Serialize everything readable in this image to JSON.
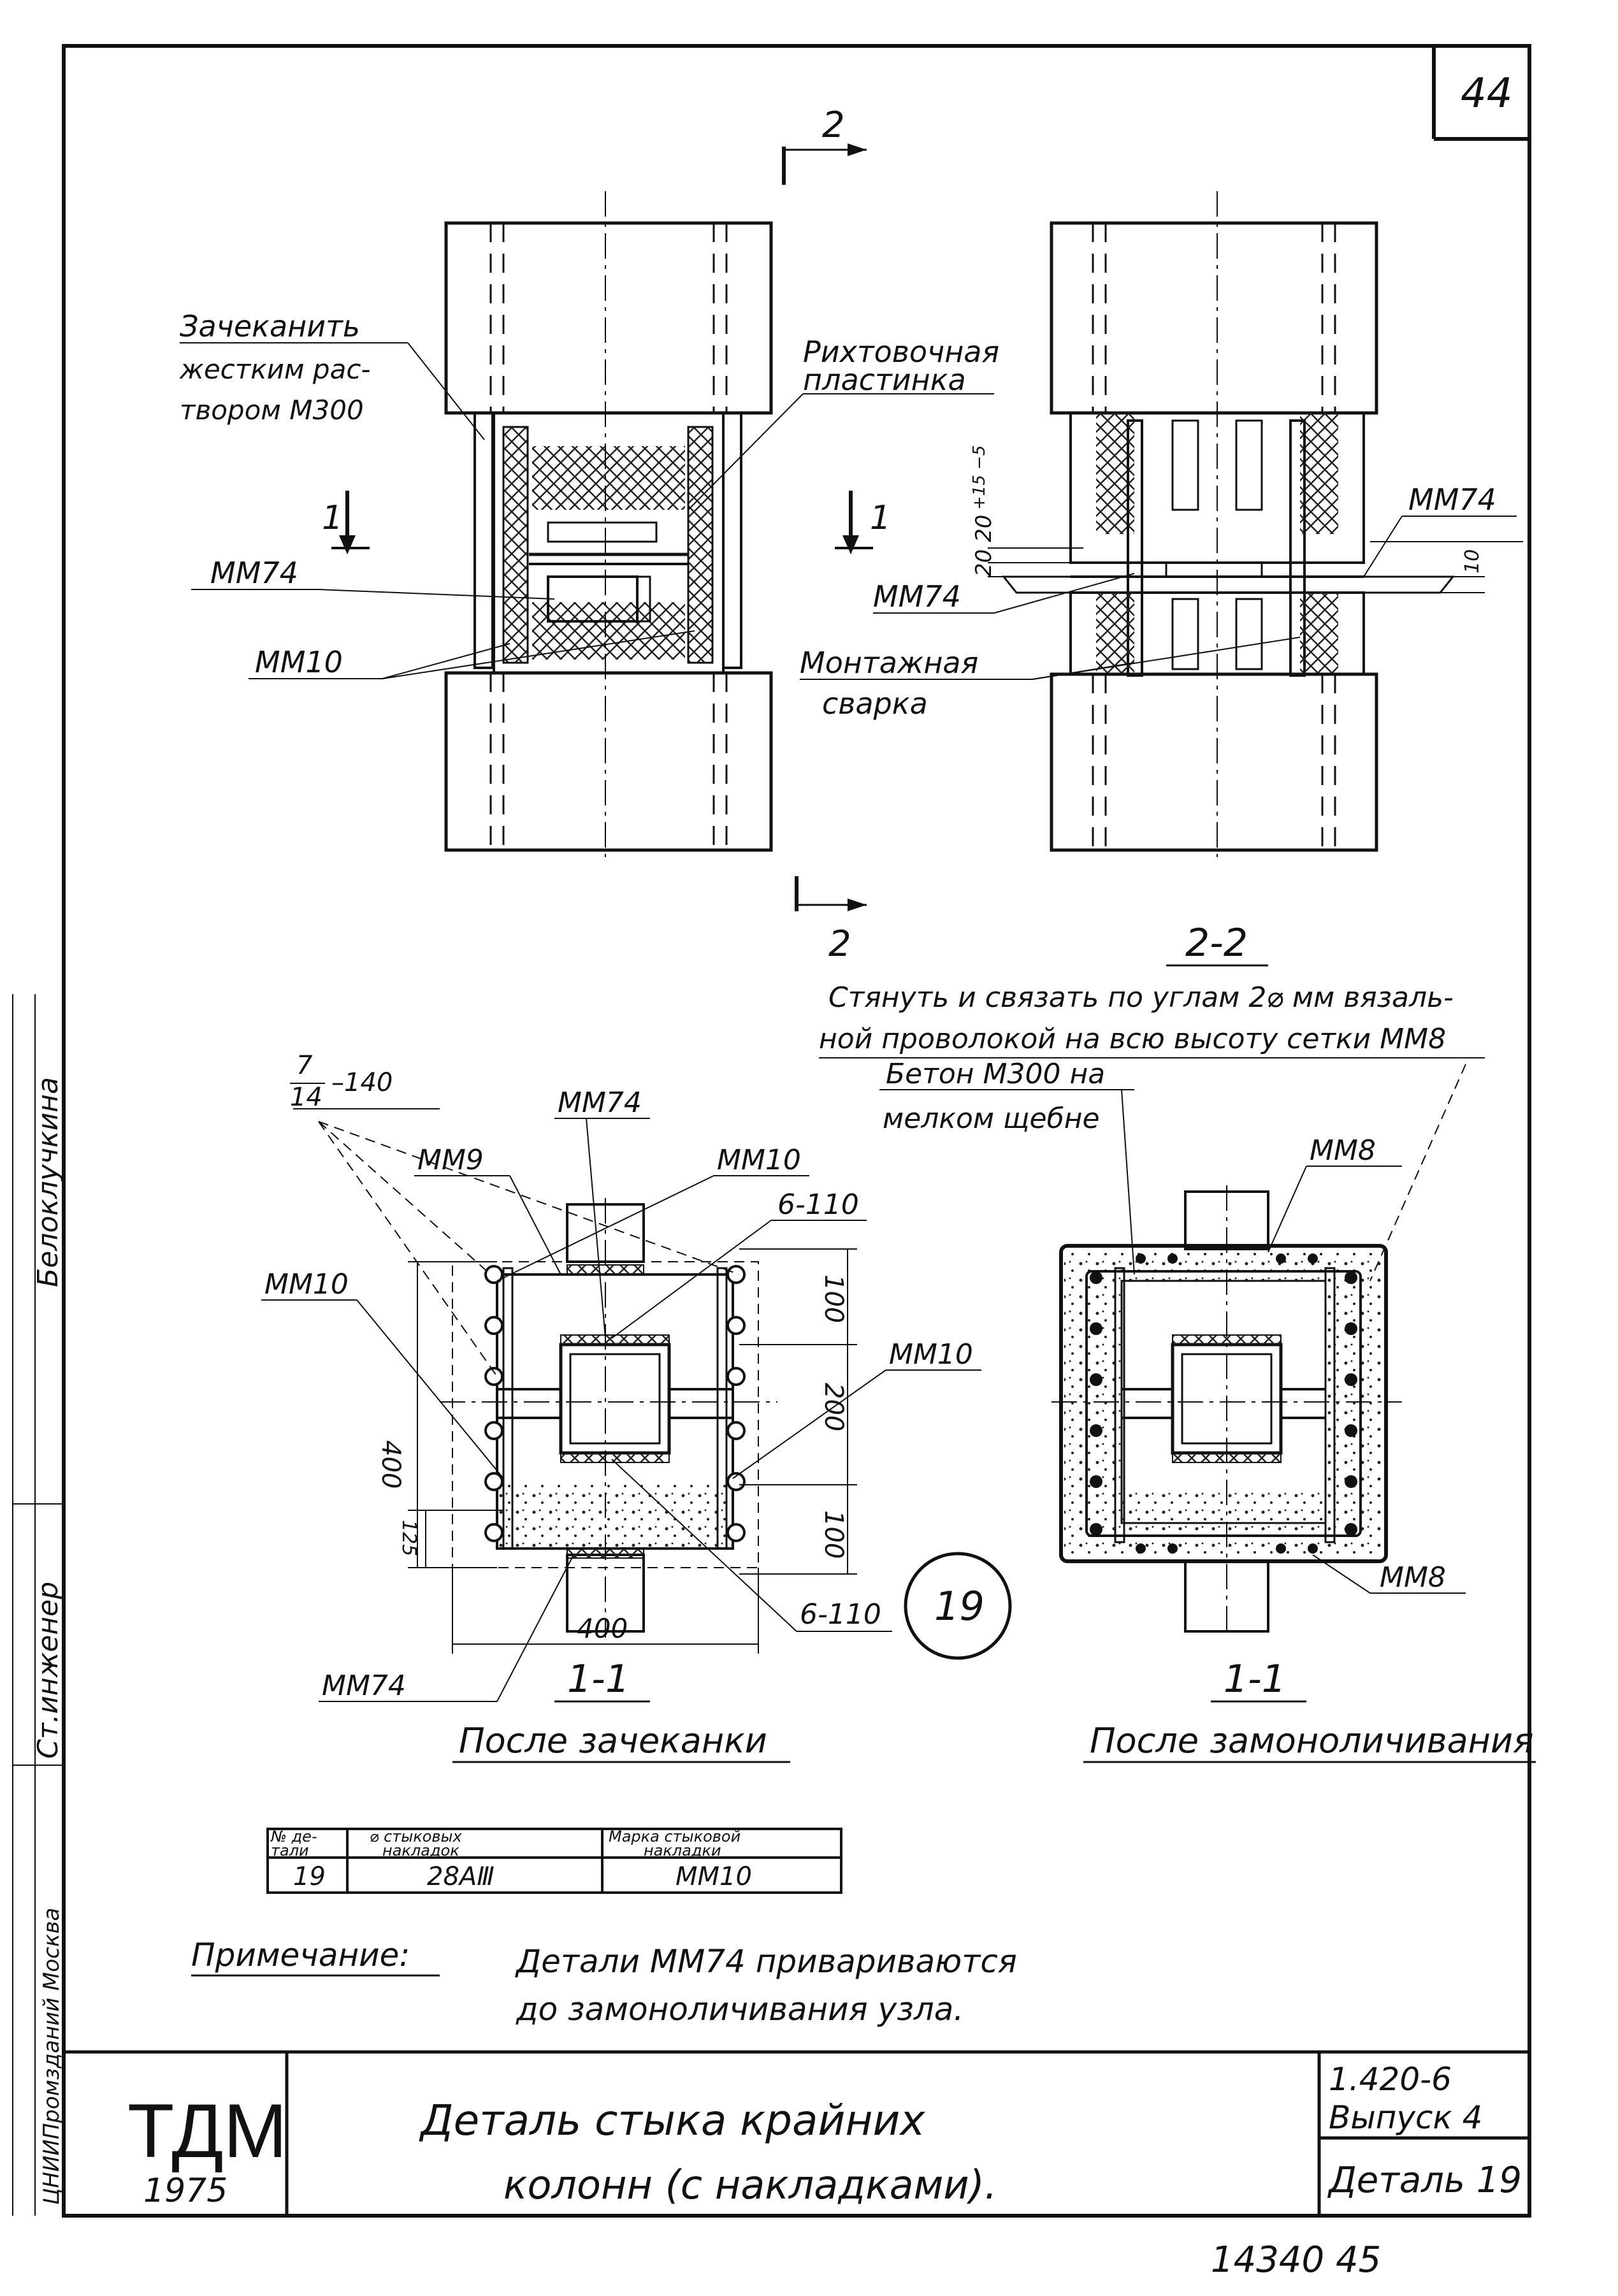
{
  "sheet_number": "44",
  "section_marks": {
    "section_2_top": "2",
    "section_2_bottom": "2",
    "section_1_left": "1",
    "section_1_right": "1"
  },
  "view_2_2": {
    "title": "2-2",
    "dims": {
      "gap_top": "20  20",
      "gap_tol": "+15\n−5",
      "plate": "10"
    }
  },
  "labels": {
    "zachekanit_1": "Зачеканить",
    "zachekanit_2": "жестким рас-",
    "zachekanit_3": "твором М300",
    "rikhtovochnaya_1": "Рихтовочная",
    "rikhtovochnaya_2": "пластинка",
    "mm74_a": "ММ74",
    "mm10_a": "ММ10",
    "mm74_b": "ММ74",
    "mm74_c": "ММ74",
    "montazhnaya_1": "Монтажная",
    "montazhnaya_2": "сварка"
  },
  "note_tie": {
    "line1": "Стянуть и связать по углам 2⌀ мм вязаль-",
    "line2": "ной проволокой на всю высоту сетки ММ8"
  },
  "section_1_1_left": {
    "title": "1-1",
    "caption": "После зачеканки",
    "weld_frac_top": "7",
    "weld_frac_bottom": "14",
    "weld_len": "–140",
    "mm74_top": "ММ74",
    "mm9": "ММ9",
    "mm10_top": "ММ10",
    "weld_6_110_top": "6-110",
    "mm10_left": "ММ10",
    "mm10_right": "ММ10",
    "dim_400_v": "400",
    "dim_100_top": "100",
    "dim_200": "200",
    "dim_100_bot": "100",
    "dim_125": "125",
    "dim_400_h": "400",
    "weld_6_110_bot": "6-110",
    "mm74_bottom": "ММ74"
  },
  "detail_circle": "19",
  "section_1_1_right": {
    "title": "1-1",
    "caption": "После замоноличивания",
    "beton_1": "Бетон М300 на",
    "beton_2": "мелком щебне",
    "mm8_top": "ММ8",
    "mm8_bottom": "ММ8"
  },
  "table": {
    "headers": [
      "№ де-\nтали",
      "⌀ стыковых\nнакладок",
      "Марка стыковой\nнакладки"
    ],
    "rows": [
      [
        "19",
        "28АⅢ",
        "ММ10"
      ]
    ]
  },
  "note": {
    "label": "Примечание:",
    "line1": "Детали ММ74 привариваются",
    "line2": "до замоноличивания узла."
  },
  "side_stamp": {
    "engineer": "Ст.инженер",
    "signature": "Белоклучкина",
    "org": "ЦНИИПромзданий Москва"
  },
  "title_block": {
    "logo": "ТДМ",
    "year": "1975",
    "title_1": "Деталь стыка крайних",
    "title_2": "колонн (с накладками).",
    "series": "1.420-6",
    "issue": "Выпуск 4",
    "detail": "Деталь 19"
  },
  "footer_number": "14340  45"
}
